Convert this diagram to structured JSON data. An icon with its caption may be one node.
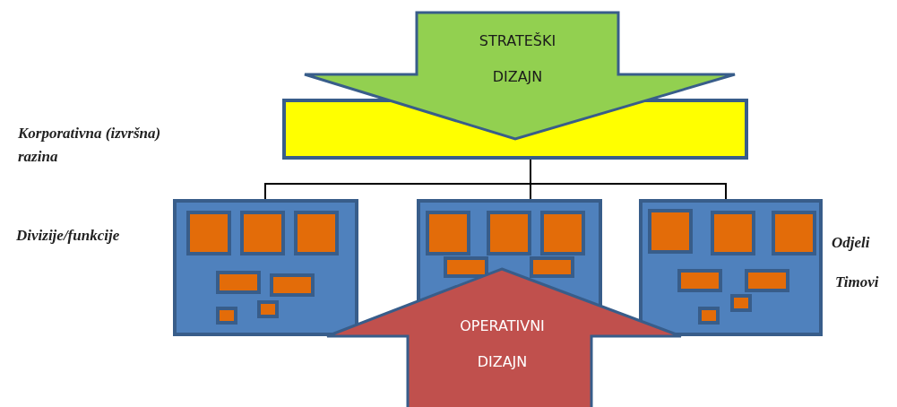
{
  "diagram": {
    "nodes": [
      {
        "text": [
          "STRATEŠKI DIZAJN"
        ]
      },
      {
        "text": [],
        "shape": "box"
      },
      {
        "text": [],
        "shape": "box"
      },
      {
        "text": [],
        "shape": "box"
      },
      {
        "text": [],
        "shape": "box"
      },
      {
        "text": [
          "OPERATIVNI DIZAJN"
        ]
      }
    ],
    "edges": [
      {
        "from": 1,
        "to": 2,
        "arrow": "none"
      },
      {
        "from": 1,
        "to": 3,
        "arrow": "none"
      },
      {
        "from": 1,
        "to": 4,
        "arrow": "none"
      }
    ],
    "labels": [
      "Korporativna (izvršna) razina",
      "Divizije/funkcije",
      "Odjeli",
      "Timovi"
    ]
  }
}
